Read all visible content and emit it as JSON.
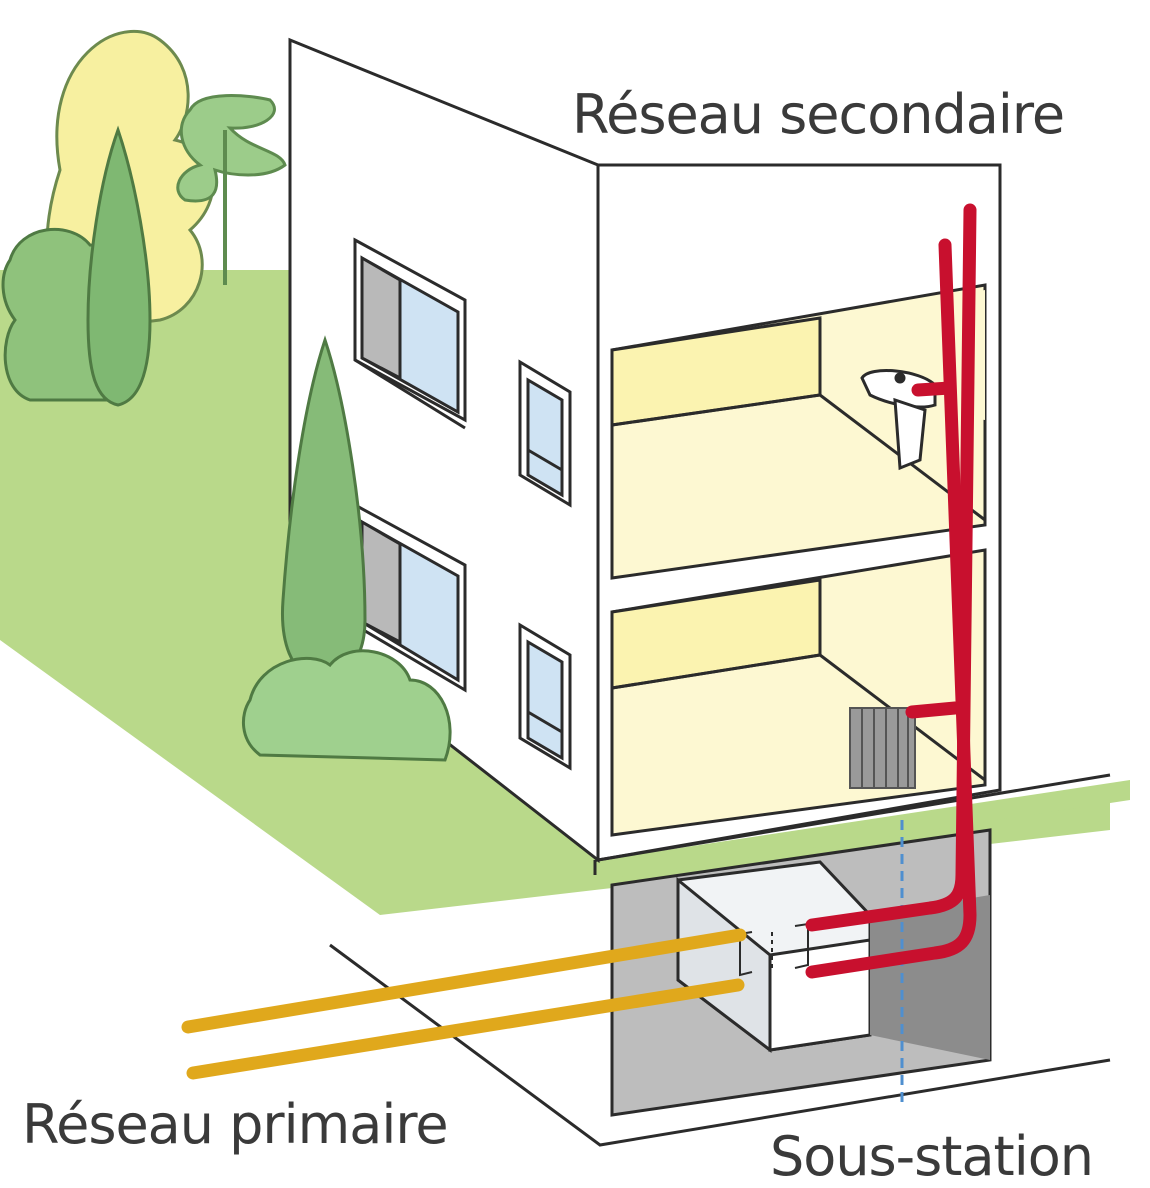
{
  "labels": {
    "secondary_network": "Réseau secondaire",
    "primary_network": "Réseau primaire",
    "substation": "Sous-station"
  },
  "colors": {
    "lawn": "#b9d98a",
    "tree_green": "#7fb872",
    "tree_yellow": "#f7f0a0",
    "room_wall": "#fbf3b0",
    "room_floor": "#fdf8d2",
    "pipe_red": "#c8102e",
    "pipe_yellow": "#e0a81c",
    "window_glass": "#cfe3f3",
    "basement": "#bdbdbd"
  }
}
